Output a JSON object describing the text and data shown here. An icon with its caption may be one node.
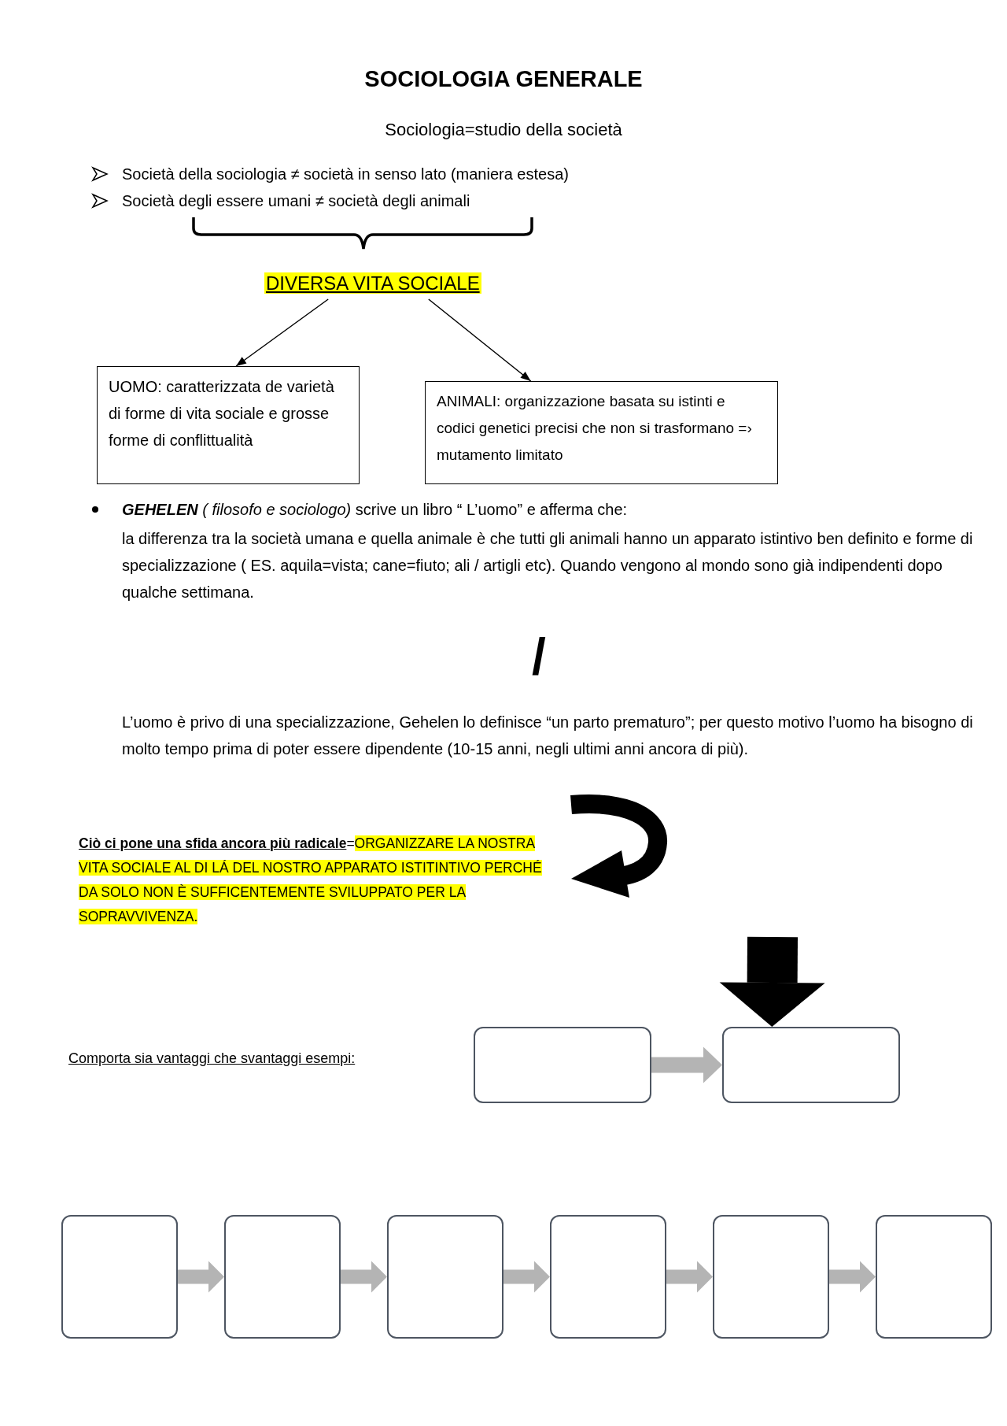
{
  "diagram": {
    "title": "SOCIOLOGIA GENERALE",
    "nodes": [
      {
        "text": [
          "DIVERSA VITA SOCIALE"
        ]
      },
      {
        "text": [
          "UOMO: caratterizzata de varietà di forme di vita sociale e grosse forme di conflittualità"
        ]
      },
      {
        "text": [
          "ANIMALI: organizzazione basata su istinti e codici genetici precisi che non si trasformano =› mutamento limitato"
        ]
      },
      {
        "text": [],
        "shape": "box"
      },
      {
        "text": [],
        "shape": "box"
      },
      {
        "text": [],
        "shape": "box"
      },
      {
        "text": [],
        "shape": "box"
      },
      {
        "text": [],
        "shape": "box"
      },
      {
        "text": [],
        "shape": "box"
      },
      {
        "text": [],
        "shape": "box"
      },
      {
        "text": [],
        "shape": "box"
      }
    ],
    "edges": [
      {
        "from": 0,
        "to": 1,
        "arrow": "to",
        "color": "#000000"
      },
      {
        "from": 0,
        "to": 2,
        "arrow": "to",
        "color": "#000000"
      },
      {
        "from": null,
        "to": 4,
        "arrow": "to",
        "style": "thick",
        "color": "#000000"
      },
      {
        "from": 3,
        "to": 4,
        "arrow": "to",
        "color": "#b4b4b4"
      },
      {
        "from": 5,
        "to": 6,
        "arrow": "to",
        "color": "#b4b4b4"
      },
      {
        "from": 6,
        "to": 7,
        "arrow": "to",
        "color": "#b4b4b4"
      },
      {
        "from": 7,
        "to": 8,
        "arrow": "to",
        "color": "#b4b4b4"
      },
      {
        "from": 8,
        "to": 9,
        "arrow": "to",
        "color": "#b4b4b4"
      },
      {
        "from": 9,
        "to": 10,
        "arrow": "to",
        "color": "#b4b4b4"
      }
    ],
    "labels": [
      "Sociologia=studio della società",
      "Società della sociologia ≠ società in senso lato (maniera estesa)",
      "Società degli essere umani ≠ società degli animali",
      "**GEHELEN** *( filosofo e sociologo)* scrive un libro “ L’uomo” e afferma che:",
      "la differenza tra la società umana e quella animale è che tutti gli animali hanno un apparato istintivo ben definito e forme di specializzazione ( ES. aquila=vista; cane=fiuto; ali / artigli etc). Quando vengono al mondo sono già indipendenti dopo qualche settimana.",
      "/",
      "L’uomo è privo di una specializzazione, Gehelen lo definisce “un parto prematuro”; per questo motivo l’uomo ha bisogno di molto tempo prima di poter essere dipendente (10-15 anni, negli ultimi anni ancora di più).",
      "Ciò ci pone una sfida ancora più radicale",
      "=",
      "ORGANIZZARE LA NOSTRA VITA SOCIALE AL DI LÁ DEL NOSTRO APPARATO ISTITINTIVO PERCHÉ DA SOLO NON È SUFFICENTEMENTE SVILUPPATO PER LA SOPRAVVIVENZA.",
      "Comporta sia vantaggi che svantaggi esempi:"
    ]
  }
}
